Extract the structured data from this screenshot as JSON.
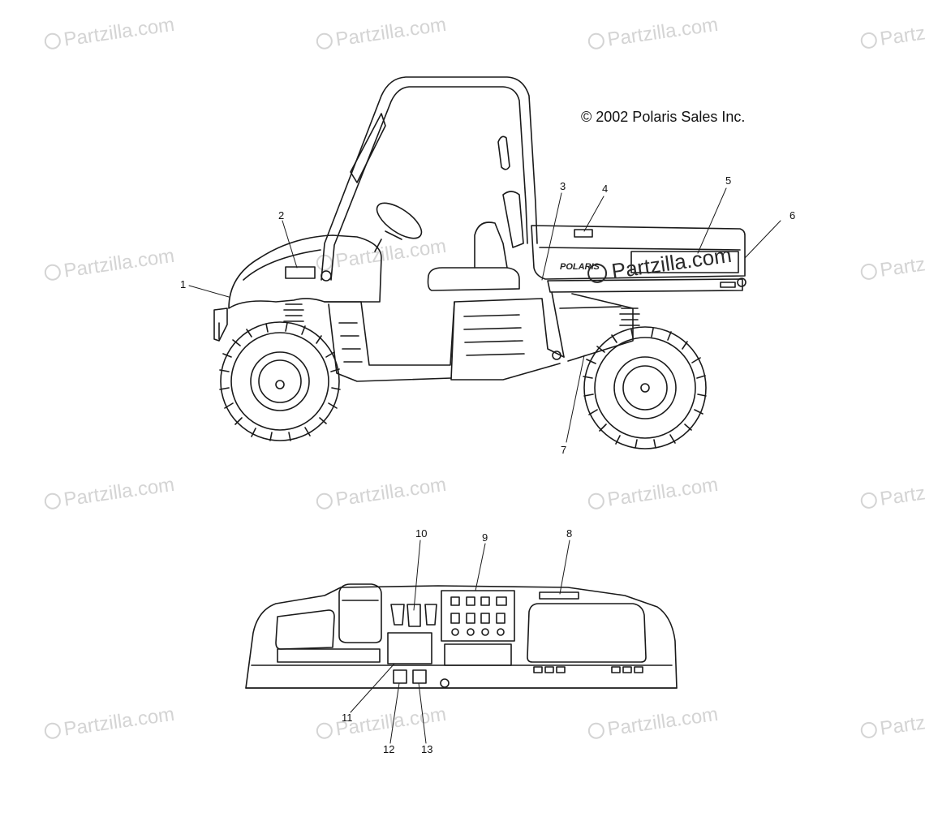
{
  "watermark_text": "Partzilla.com",
  "copyright": "© 2002 Polaris Sales Inc.",
  "brand_decal": "POLARIS",
  "center_watermark": "Partzilla.com",
  "callouts": [
    "1",
    "2",
    "3",
    "4",
    "5",
    "6",
    "7",
    "8",
    "9",
    "10",
    "11",
    "12",
    "13"
  ],
  "colors": {
    "line": "#1a1a1a",
    "watermark": "#d4d4d4",
    "background": "#ffffff"
  }
}
